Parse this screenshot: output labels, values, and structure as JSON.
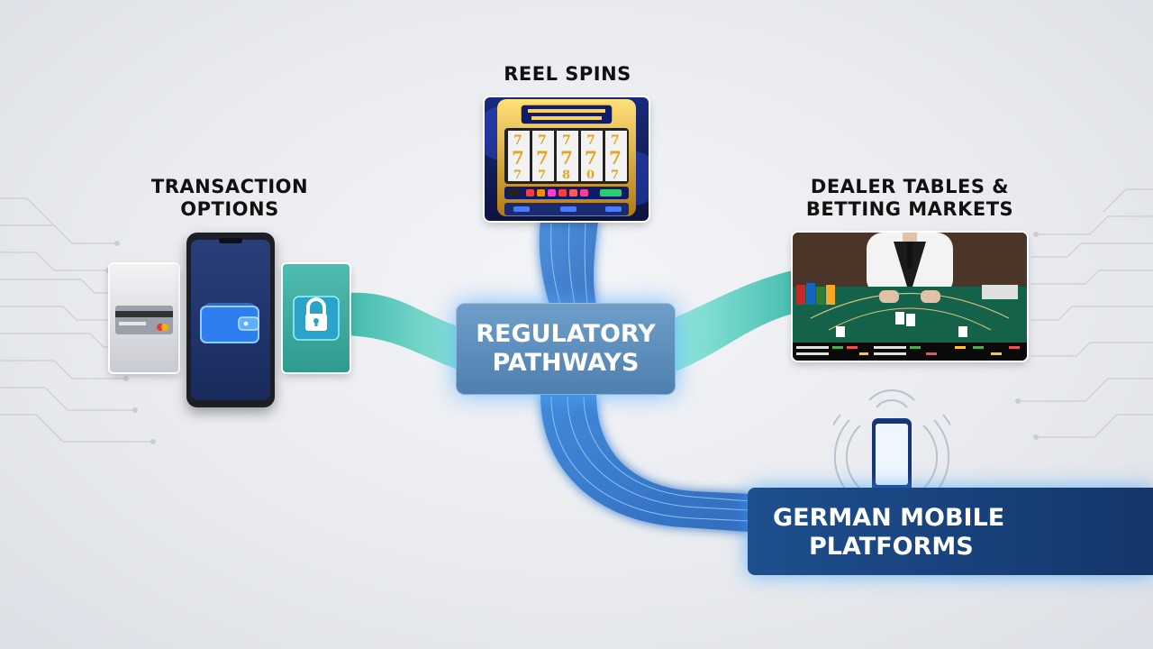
{
  "labels": {
    "reel_spins": "REEL SPINS",
    "transaction_line1": "TRANSACTION",
    "transaction_line2": "OPTIONS",
    "dealer_line1": "DEALER TABLES &",
    "dealer_line2": "BETTING MARKETS",
    "hub_line1": "REGULATORY",
    "hub_line2": "PATHWAYS",
    "german_line1": "GERMAN MOBILE",
    "german_line2": "PLATFORMS"
  },
  "colors": {
    "hub": "#5c8cbc",
    "teal_path": "#3fc4b4",
    "blue_path": "#3b8be0",
    "german_box": "#17407a"
  },
  "icons": [
    "credit-card-icon",
    "smartphone-icon",
    "wallet-icon",
    "padlock-icon",
    "slot-machine-icon",
    "blackjack-table-icon",
    "mobile-phone-icon",
    "signal-waves-icon"
  ]
}
